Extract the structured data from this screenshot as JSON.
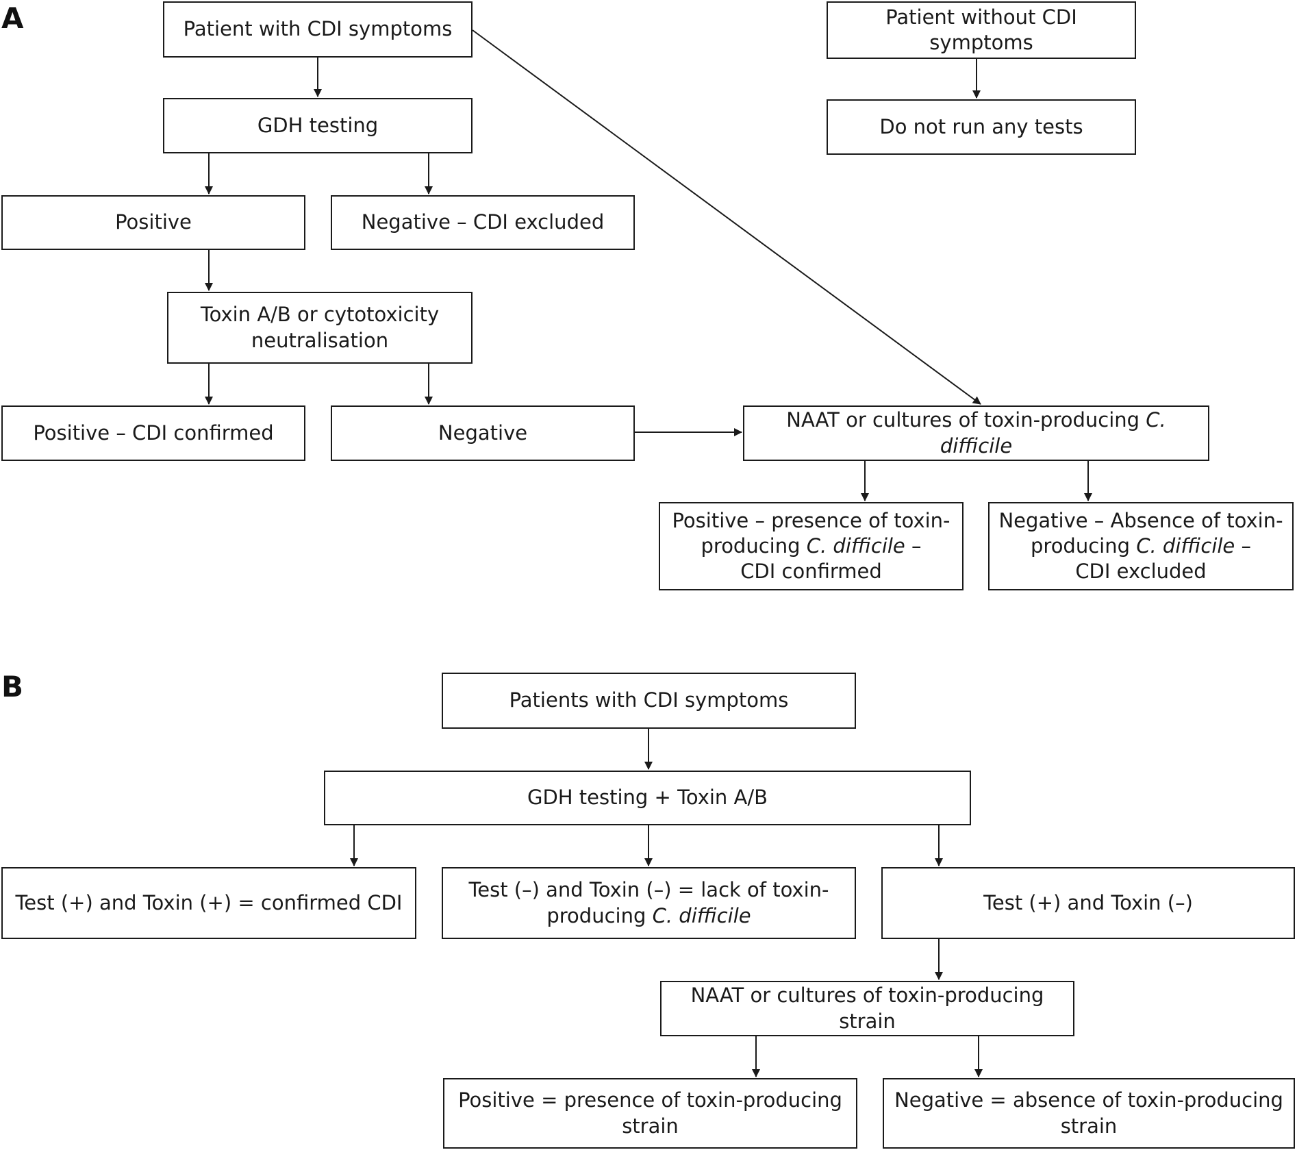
{
  "panels": {
    "a_label": "A",
    "b_label": "B"
  },
  "panel_a": {
    "patient_with_symptoms": "Patient with CDI symptoms",
    "patient_without_symptoms": "Patient without CDI symptoms",
    "gdh_testing": "GDH testing",
    "no_tests": "Do not run any tests",
    "positive": "Positive",
    "negative_excluded": "Negative – CDI excluded",
    "toxin_line1": "Toxin A/B or cytotoxicity",
    "toxin_line2": "neutralisation",
    "positive_confirmed": "Positive – CDI confirmed",
    "negative": "Negative",
    "naat_text": "NAAT or cultures of toxin-producing ",
    "naat_italic": "C. difficile",
    "pos_line1": "Positive – presence of toxin-",
    "pos_line2_a": "producing ",
    "pos_line2_i": "C. difficile",
    "pos_line2_b": " –",
    "pos_line3": "CDI confirmed",
    "neg_line1": "Negative – Absence of toxin-",
    "neg_line2_a": "producing ",
    "neg_line2_i": "C. difficile",
    "neg_line2_b": " –",
    "neg_line3": "CDI excluded"
  },
  "panel_b": {
    "patients_with_symptoms": "Patients with CDI symptoms",
    "gdh_toxin": "GDH testing + Toxin A/B",
    "confirmed": "Test (+) and Toxin (+) = confirmed CDI",
    "lack_line1": "Test (–) and Toxin (–) = lack of toxin-",
    "lack_line2_a": "producing ",
    "lack_line2_i": "C. difficile",
    "test_pos_toxin_neg": "Test (+) and Toxin (–)",
    "naat_strain": "NAAT or cultures of toxin-producing strain",
    "positive_line1": "Positive = presence of toxin-producing",
    "positive_line2": "strain",
    "negative_line1": "Negative = absence of toxin-producing",
    "negative_line2": "strain"
  }
}
